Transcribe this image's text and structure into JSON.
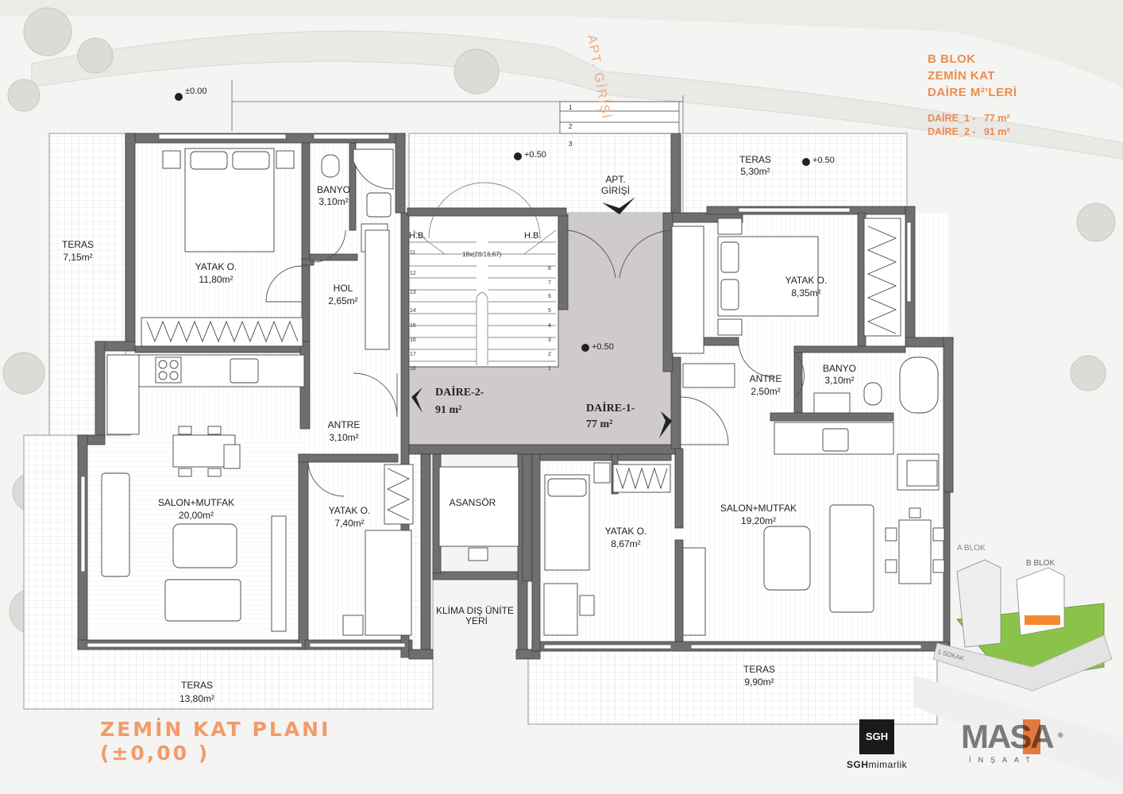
{
  "info": {
    "block": "B BLOK",
    "floor": "ZEMİN KAT",
    "areas_title": "DAİRE M²'LERİ",
    "units": [
      {
        "name": "DAİRE_1 -",
        "area": "77 m²"
      },
      {
        "name": "DAİRE_2 -",
        "area": "91 m²"
      }
    ]
  },
  "plan_title": {
    "line1": "ZEMİN KAT PLANI",
    "line2": "(±0,00 )"
  },
  "entrance": {
    "apt_label": "APT.",
    "girisi_label": "GİRİŞİ",
    "site_label": "APT. GİRİŞİ",
    "steps": [
      "1",
      "2",
      "3"
    ]
  },
  "levels": {
    "site": "±0.00",
    "entry": "+0.50",
    "terrace_right": "+0.50",
    "hall": "+0.50"
  },
  "apartments": {
    "d2_name": "DAİRE-2-",
    "d2_area": "91 m²",
    "d1_name": "DAİRE-1-",
    "d1_area": "77 m²"
  },
  "stair": {
    "hb_left": "H.B.",
    "hb_right": "H.B.",
    "note": "18x(28/16,67)",
    "steps": [
      "11",
      "12",
      "13",
      "14",
      "15",
      "16",
      "17",
      "18",
      "1",
      "2",
      "3",
      "4",
      "5",
      "6",
      "7",
      "8"
    ]
  },
  "rooms": {
    "teras_left": {
      "name": "TERAS",
      "area": "7,15m²"
    },
    "yatak_1": {
      "name": "YATAK O.",
      "area": "11,80m²"
    },
    "banyo_1": {
      "name": "BANYO",
      "area": "3,10m²"
    },
    "hol": {
      "name": "HOL",
      "area": "2,65m²"
    },
    "antre_1": {
      "name": "ANTRE",
      "area": "3,10m²"
    },
    "salon_1": {
      "name": "SALON+MUTFAK",
      "area": "20,00m²"
    },
    "yatak_2": {
      "name": "YATAK O.",
      "area": "7,40m²"
    },
    "asansor": {
      "name": "ASANSÖR"
    },
    "klima": {
      "name": "KLİMA DIŞ ÜNİTE",
      "sub": "YERİ"
    },
    "teras_bottom_left": {
      "name": "TERAS",
      "area": "13,80m²"
    },
    "teras_top_right": {
      "name": "TERAS",
      "area": "5,30m²"
    },
    "yatak_3": {
      "name": "YATAK O.",
      "area": "8,35m²"
    },
    "antre_2": {
      "name": "ANTRE",
      "area": "2,50m²"
    },
    "banyo_2": {
      "name": "BANYO",
      "area": "3,10m²"
    },
    "yatak_4": {
      "name": "YATAK O.",
      "area": "8,67m²"
    },
    "salon_2": {
      "name": "SALON+MUTFAK",
      "area": "19,20m²"
    },
    "teras_bottom_right": {
      "name": "TERAS",
      "area": "9,90m²"
    }
  },
  "site_plan": {
    "block_a": "A BLOK",
    "block_b": "B BLOK",
    "street": "1 SOKAK"
  },
  "logos": {
    "sgh_mark": "SGH",
    "sgh_bold": "SGH",
    "sgh_rest": "mimarlik",
    "masa_main": "MASA",
    "masa_sub": "İNŞAAT",
    "registered": "®"
  },
  "colors": {
    "accent": "#ef8a4e",
    "wall": "#6f6f6f",
    "hall_floor": "#cfcbcb",
    "terrace": "#ffffff"
  }
}
